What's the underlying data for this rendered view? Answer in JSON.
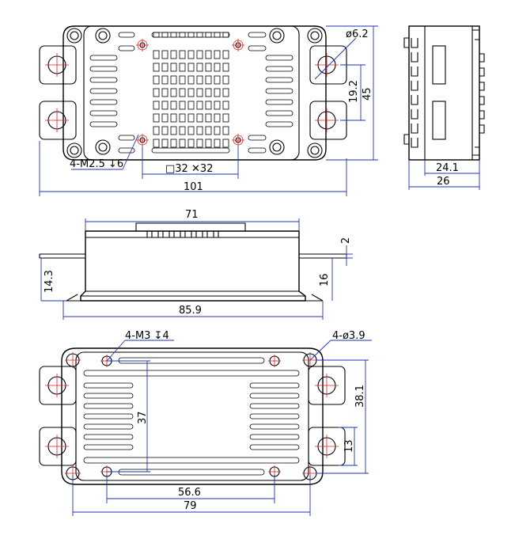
{
  "dims": {
    "top": {
      "d62": "ø6.2",
      "d192": "19.2",
      "d45": "45",
      "m25": "4-M2.5 ↧6",
      "sq32": "□32 ✕32",
      "d101": "101"
    },
    "side": {
      "d241": "24.1",
      "d26": "26"
    },
    "front": {
      "d71": "71",
      "d2": "2",
      "d143": "14.3",
      "d16": "16",
      "d859": "85.9"
    },
    "bottom": {
      "m3": "4-M3 ↧4",
      "d39": "4-ø3.9",
      "d381": "38.1",
      "d37": "37",
      "d13": "13",
      "d566": "56.6",
      "d79": "79"
    }
  }
}
